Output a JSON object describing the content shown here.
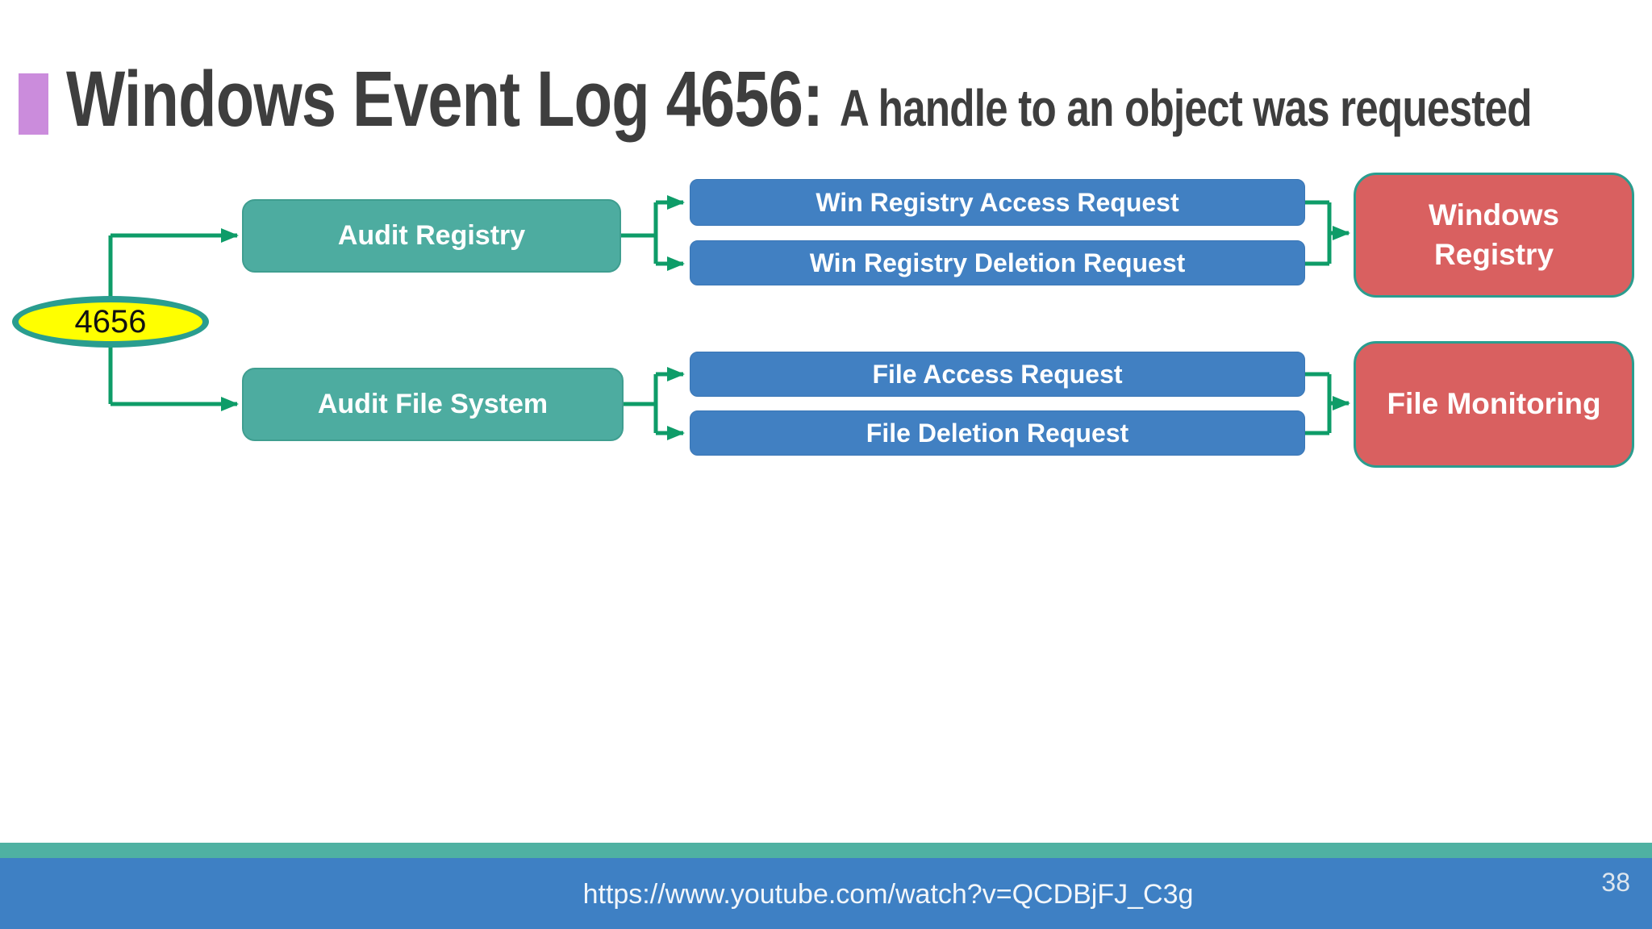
{
  "header": {
    "title": "Windows Event Log 4656:",
    "subtitle": "A handle to an object was requested"
  },
  "diagram": {
    "event_badge": "4656",
    "nodes": {
      "audit_registry": "Audit Registry",
      "audit_file_system": "Audit File System",
      "win_registry_access": "Win Registry Access Request",
      "win_registry_deletion": "Win Registry Deletion Request",
      "file_access": "File Access Request",
      "file_deletion": "File Deletion Request",
      "windows_registry": "Windows Registry",
      "file_monitoring": "File Monitoring"
    }
  },
  "footer": {
    "url": "https://www.youtube.com/watch?v=QCDBjFJ_C3g",
    "page_number": "38"
  },
  "colors": {
    "accent_bar": "#cb8cdc",
    "title_text": "#3e3e3e",
    "teal_node": "#4daca0",
    "blue_node": "#4180c2",
    "red_node": "#d96060",
    "node_border_teal": "#2a9d8f",
    "connector_green": "#0e9c68",
    "badge_yellow": "#ffff00",
    "footer_teal": "#4fb1a2",
    "footer_blue": "#3e80c4"
  }
}
